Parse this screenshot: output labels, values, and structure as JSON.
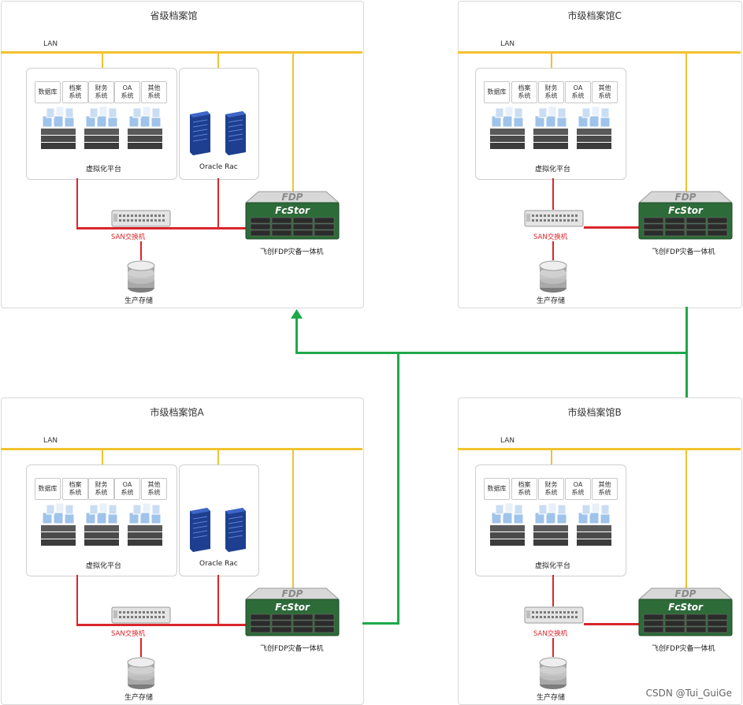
{
  "sites": [
    {
      "id": "provincial",
      "title": "省级档案馆",
      "has_rac": true
    },
    {
      "id": "cityC",
      "title": "市级档案馆C",
      "has_rac": false
    },
    {
      "id": "cityA",
      "title": "市级档案馆A",
      "has_rac": true
    },
    {
      "id": "cityB",
      "title": "市级档案馆B",
      "has_rac": false
    }
  ],
  "labels": {
    "lan": "LAN",
    "systems": [
      "数据库",
      "档案\n系统",
      "财务\n系统",
      "OA\n系统",
      "其他\n系统"
    ],
    "virtualization": "虚拟化平台",
    "oracle": "Oracle Rac",
    "san_switch": "SAN交换机",
    "production_storage": "生产存储",
    "fdp_appliance": "飞创FDP灾备一体机",
    "fdp_brand_top": "FDP",
    "fdp_brand_front": "FcStor"
  },
  "colors": {
    "lan": "#f2c230",
    "san": "#d9262b",
    "replication": "#1fa84a"
  },
  "watermark": "CSDN @Tui_GuiGe"
}
